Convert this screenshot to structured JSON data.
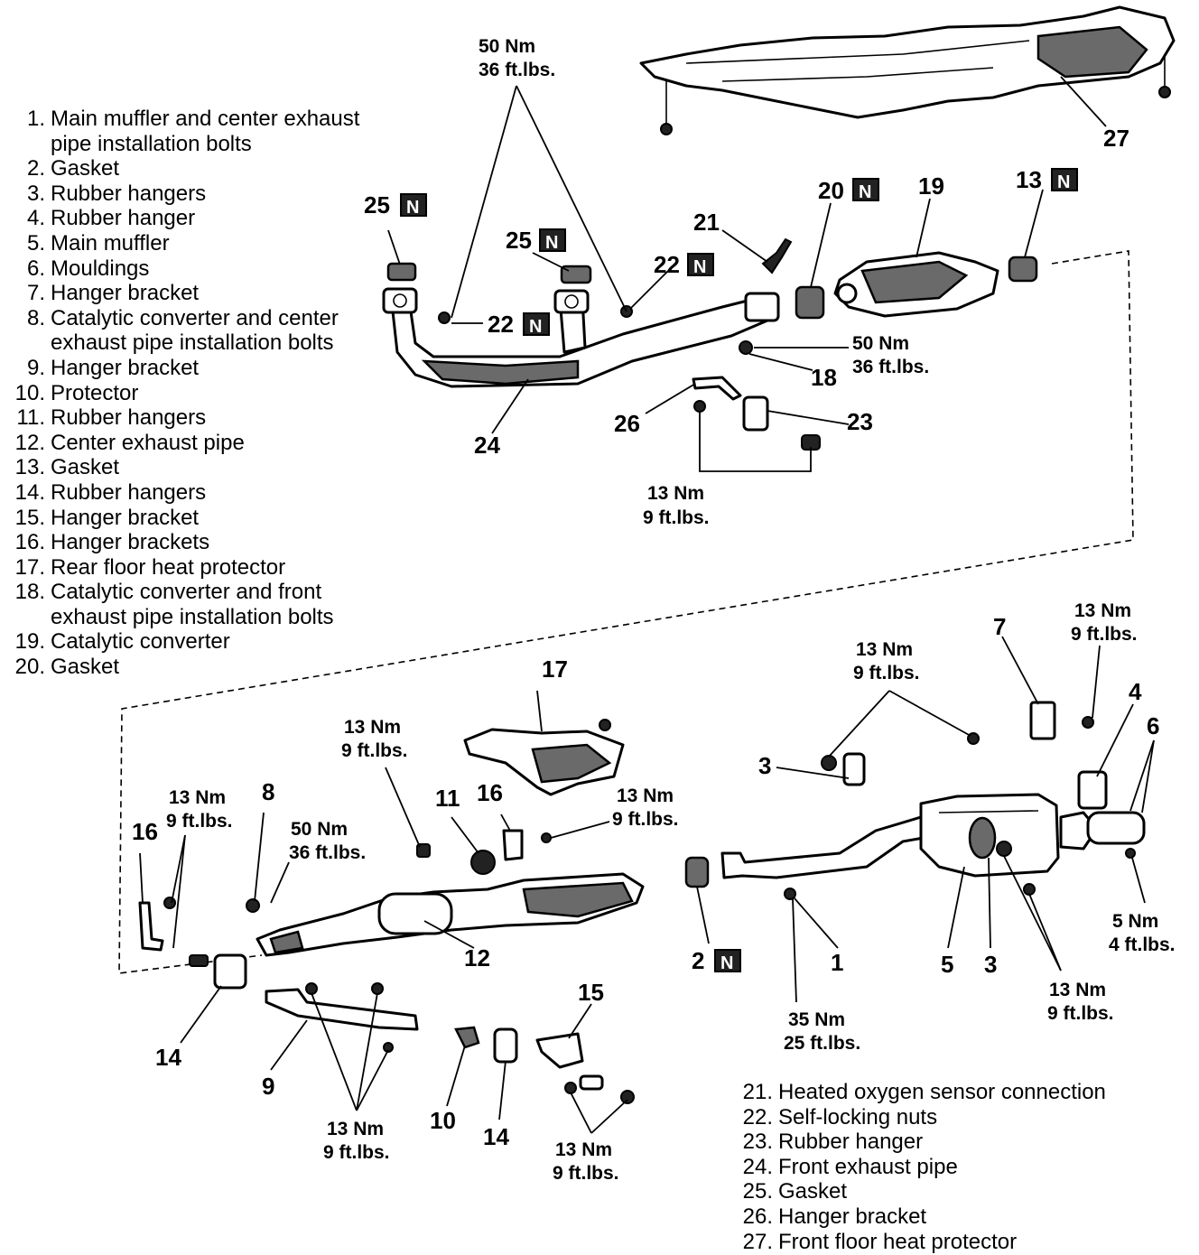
{
  "legend_left": [
    {
      "num": "1.",
      "text": "Main muffler and center exhaust\npipe installation bolts"
    },
    {
      "num": "2.",
      "text": "Gasket"
    },
    {
      "num": "3.",
      "text": "Rubber hangers"
    },
    {
      "num": "4.",
      "text": "Rubber hanger"
    },
    {
      "num": "5.",
      "text": "Main muffler"
    },
    {
      "num": "6.",
      "text": "Mouldings"
    },
    {
      "num": "7.",
      "text": "Hanger bracket"
    },
    {
      "num": "8.",
      "text": "Catalytic converter and center\nexhaust pipe installation bolts"
    },
    {
      "num": "9.",
      "text": "Hanger bracket"
    },
    {
      "num": "10.",
      "text": "Protector"
    },
    {
      "num": "11.",
      "text": "Rubber hangers"
    },
    {
      "num": "12.",
      "text": "Center exhaust pipe"
    },
    {
      "num": "13.",
      "text": "Gasket"
    },
    {
      "num": "14.",
      "text": "Rubber hangers"
    },
    {
      "num": "15.",
      "text": "Hanger bracket"
    },
    {
      "num": "16.",
      "text": "Hanger brackets"
    },
    {
      "num": "17.",
      "text": "Rear floor heat protector"
    },
    {
      "num": "18.",
      "text": "Catalytic converter and front\nexhaust pipe installation bolts"
    },
    {
      "num": "19.",
      "text": "Catalytic converter"
    },
    {
      "num": "20.",
      "text": "Gasket"
    }
  ],
  "legend_right": [
    {
      "num": "21.",
      "text": "Heated oxygen sensor connection"
    },
    {
      "num": "22.",
      "text": "Self-locking nuts"
    },
    {
      "num": "23.",
      "text": "Rubber hanger"
    },
    {
      "num": "24.",
      "text": "Front exhaust pipe"
    },
    {
      "num": "25.",
      "text": "Gasket"
    },
    {
      "num": "26.",
      "text": "Hanger bracket"
    },
    {
      "num": "27.",
      "text": "Front floor heat protector"
    }
  ],
  "callouts": {
    "c1": "1",
    "c2": "2",
    "c3a": "3",
    "c3b": "3",
    "c4": "4",
    "c5": "5",
    "c6": "6",
    "c7": "7",
    "c8": "8",
    "c9": "9",
    "c10": "10",
    "c11": "11",
    "c12": "12",
    "c13": "13",
    "c14a": "14",
    "c14b": "14",
    "c15": "15",
    "c16a": "16",
    "c16b": "16",
    "c17": "17",
    "c18": "18",
    "c19": "19",
    "c20": "20",
    "c21": "21",
    "c22a": "22",
    "c22b": "22",
    "c23": "23",
    "c24": "24",
    "c25a": "25",
    "c25b": "25",
    "c26": "26",
    "c27": "27"
  },
  "badge": "N",
  "torque": {
    "t50_top": [
      "50 Nm",
      "36 ft.lbs."
    ],
    "t50_right": [
      "50 Nm",
      "36 ft.lbs."
    ],
    "t13_front": [
      "13 Nm",
      "9 ft.lbs."
    ],
    "t13_topright": [
      "13 Nm",
      "9 ft.lbs."
    ],
    "t13_muffler_top": [
      "13 Nm",
      "9 ft.lbs."
    ],
    "t13_protector": [
      "13 Nm",
      "9 ft.lbs."
    ],
    "t13_bracket16": [
      "13 Nm",
      "9 ft.lbs."
    ],
    "t13_left": [
      "13 Nm",
      "9 ft.lbs."
    ],
    "t50_center": [
      "50 Nm",
      "36 ft.lbs."
    ],
    "t5": [
      "5 Nm",
      "4 ft.lbs."
    ],
    "t13_muffler_bottom": [
      "13 Nm",
      "9 ft.lbs."
    ],
    "t35": [
      "35 Nm",
      "25 ft.lbs."
    ],
    "t13_bottom_mid": [
      "13 Nm",
      "9 ft.lbs."
    ],
    "t13_bottom_right": [
      "13 Nm",
      "9 ft.lbs."
    ]
  }
}
